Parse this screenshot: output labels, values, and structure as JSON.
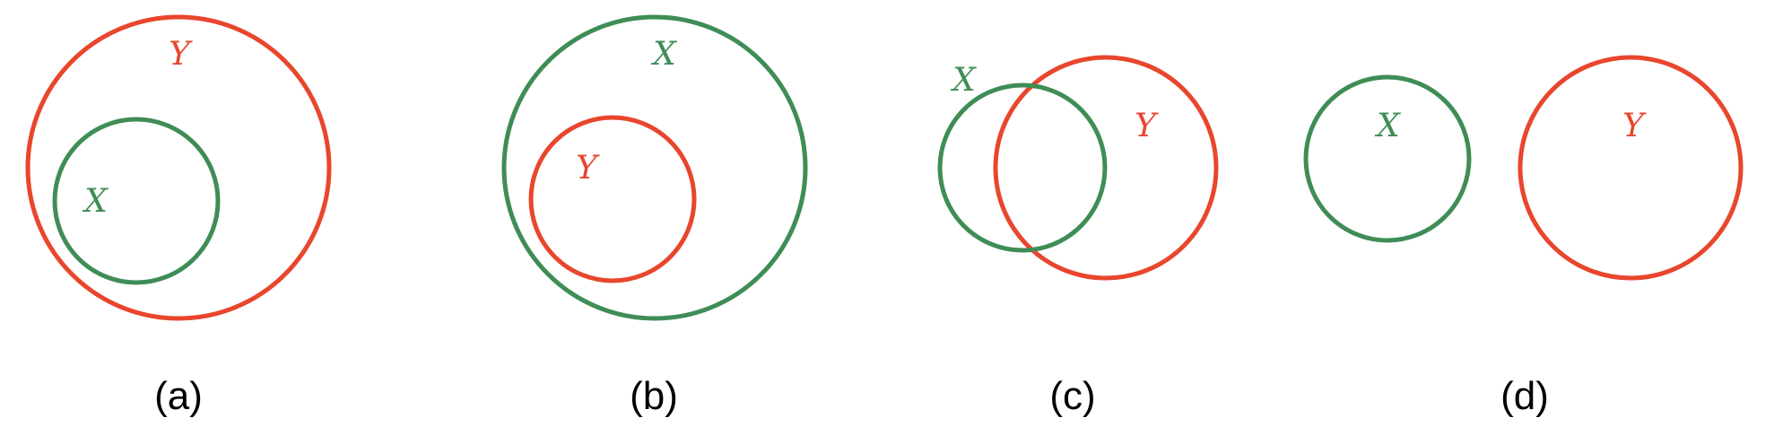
{
  "colors": {
    "X": "#3f8d56",
    "Y": "#e8462d"
  },
  "panels": [
    {
      "caption": "(a)",
      "relation": "X is a subset of Y",
      "labels": {
        "X": "X",
        "Y": "Y"
      }
    },
    {
      "caption": "(b)",
      "relation": "Y is a subset of X",
      "labels": {
        "X": "X",
        "Y": "Y"
      }
    },
    {
      "caption": "(c)",
      "relation": "X and Y overlap",
      "labels": {
        "X": "X",
        "Y": "Y"
      }
    },
    {
      "caption": "(d)",
      "relation": "X and Y are disjoint",
      "labels": {
        "X": "X",
        "Y": "Y"
      }
    }
  ]
}
